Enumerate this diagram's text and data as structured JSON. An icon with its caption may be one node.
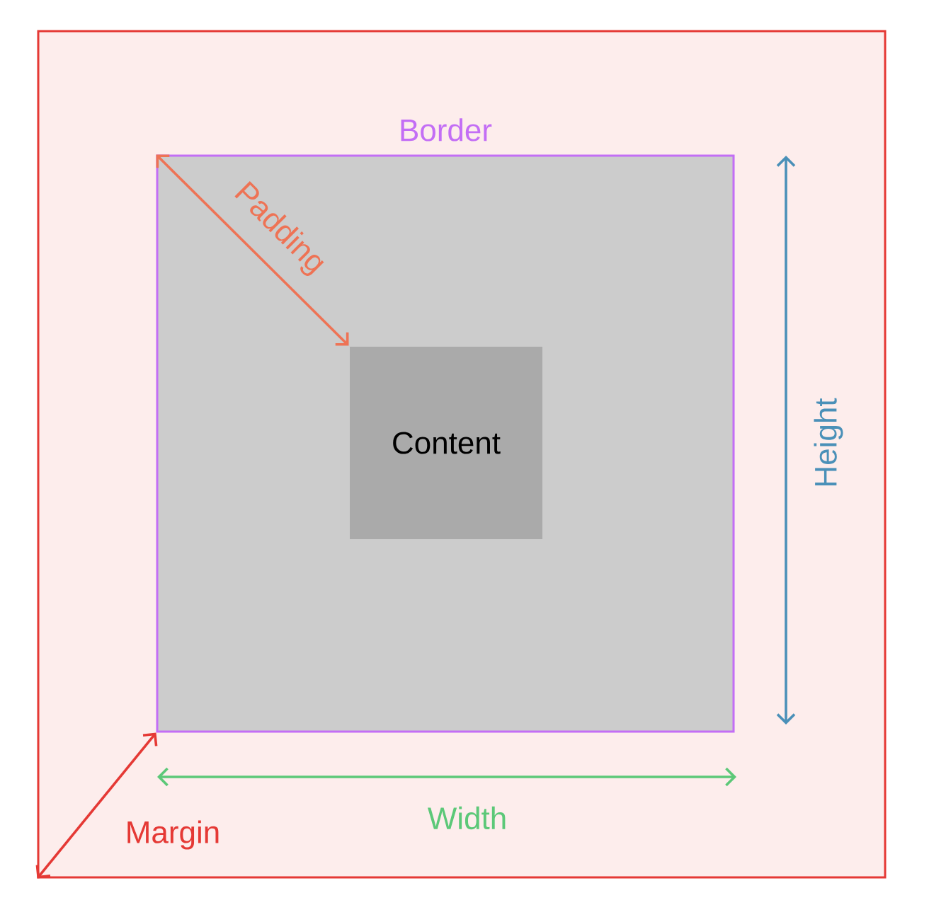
{
  "diagram": {
    "nodes": [
      {
        "text": [],
        "shape": "box"
      },
      {
        "text": [
          "Border"
        ],
        "in": 0
      },
      {
        "text": [
          "Content"
        ],
        "in": 1
      }
    ],
    "edges": [
      {
        "from": 0,
        "to": 1,
        "arrow": "both",
        "label": "Margin",
        "color": "#e53935"
      },
      {
        "from": 1,
        "to": 2,
        "arrow": "both",
        "label": "Padding",
        "color": "#ee7355"
      }
    ],
    "labels": [
      "Width",
      "Height"
    ]
  }
}
